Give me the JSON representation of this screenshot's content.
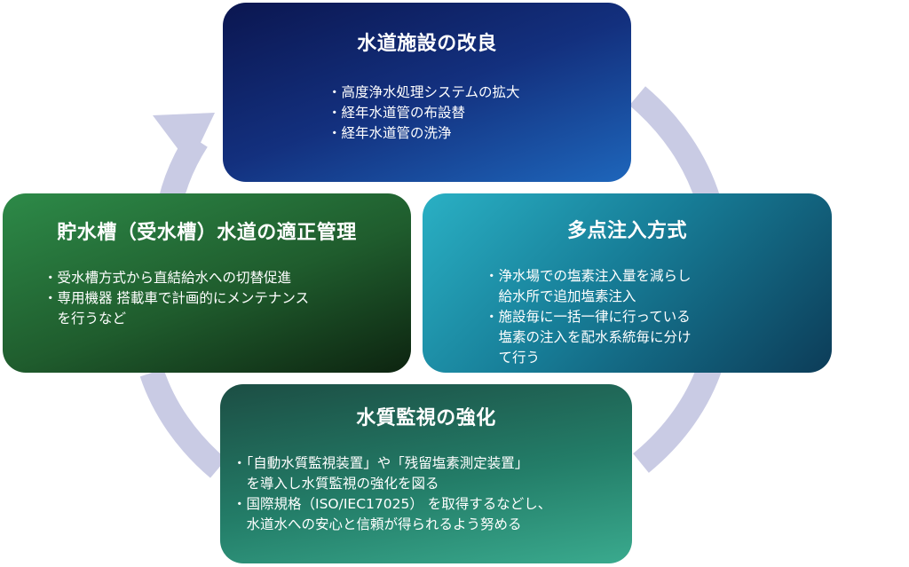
{
  "colors": {
    "cycle_arrow": "#c9cbe4",
    "top_box": "#13307e",
    "right_box": "#177e98",
    "left_box": "#1f5c2d",
    "bottom_box": "#237d68"
  },
  "boxes": {
    "top": {
      "title": "水道施設の改良",
      "items": [
        [
          "・高度浄水処理システムの拡大"
        ],
        [
          "・経年水道管の布設替"
        ],
        [
          "・経年水道管の洗浄"
        ]
      ]
    },
    "right": {
      "title": "多点注入方式",
      "items": [
        [
          "・浄水場での塩素注入量を減らし",
          "　給水所で追加塩素注入"
        ],
        [
          "・施設毎に一括一律に行っている",
          "　塩素の注入を配水系統毎に分け",
          "　て行う"
        ]
      ]
    },
    "left": {
      "title": "貯水槽（受水槽）水道の適正管理",
      "items": [
        [
          "・受水槽方式から直結給水への切替促進"
        ],
        [
          "・専用機器 搭載車で計画的にメンテナンス",
          "　を行うなど"
        ]
      ]
    },
    "bottom": {
      "title": "水質監視の強化",
      "items": [
        [
          "・「自動水質監視装置」や「残留塩素測定装置」",
          "　を導入し水質監視の強化を図る"
        ],
        [
          "・国際規格（ISO/IEC17025） を取得するなどし、",
          "　水道水への安心と信頼が得られるよう努める"
        ]
      ]
    }
  }
}
